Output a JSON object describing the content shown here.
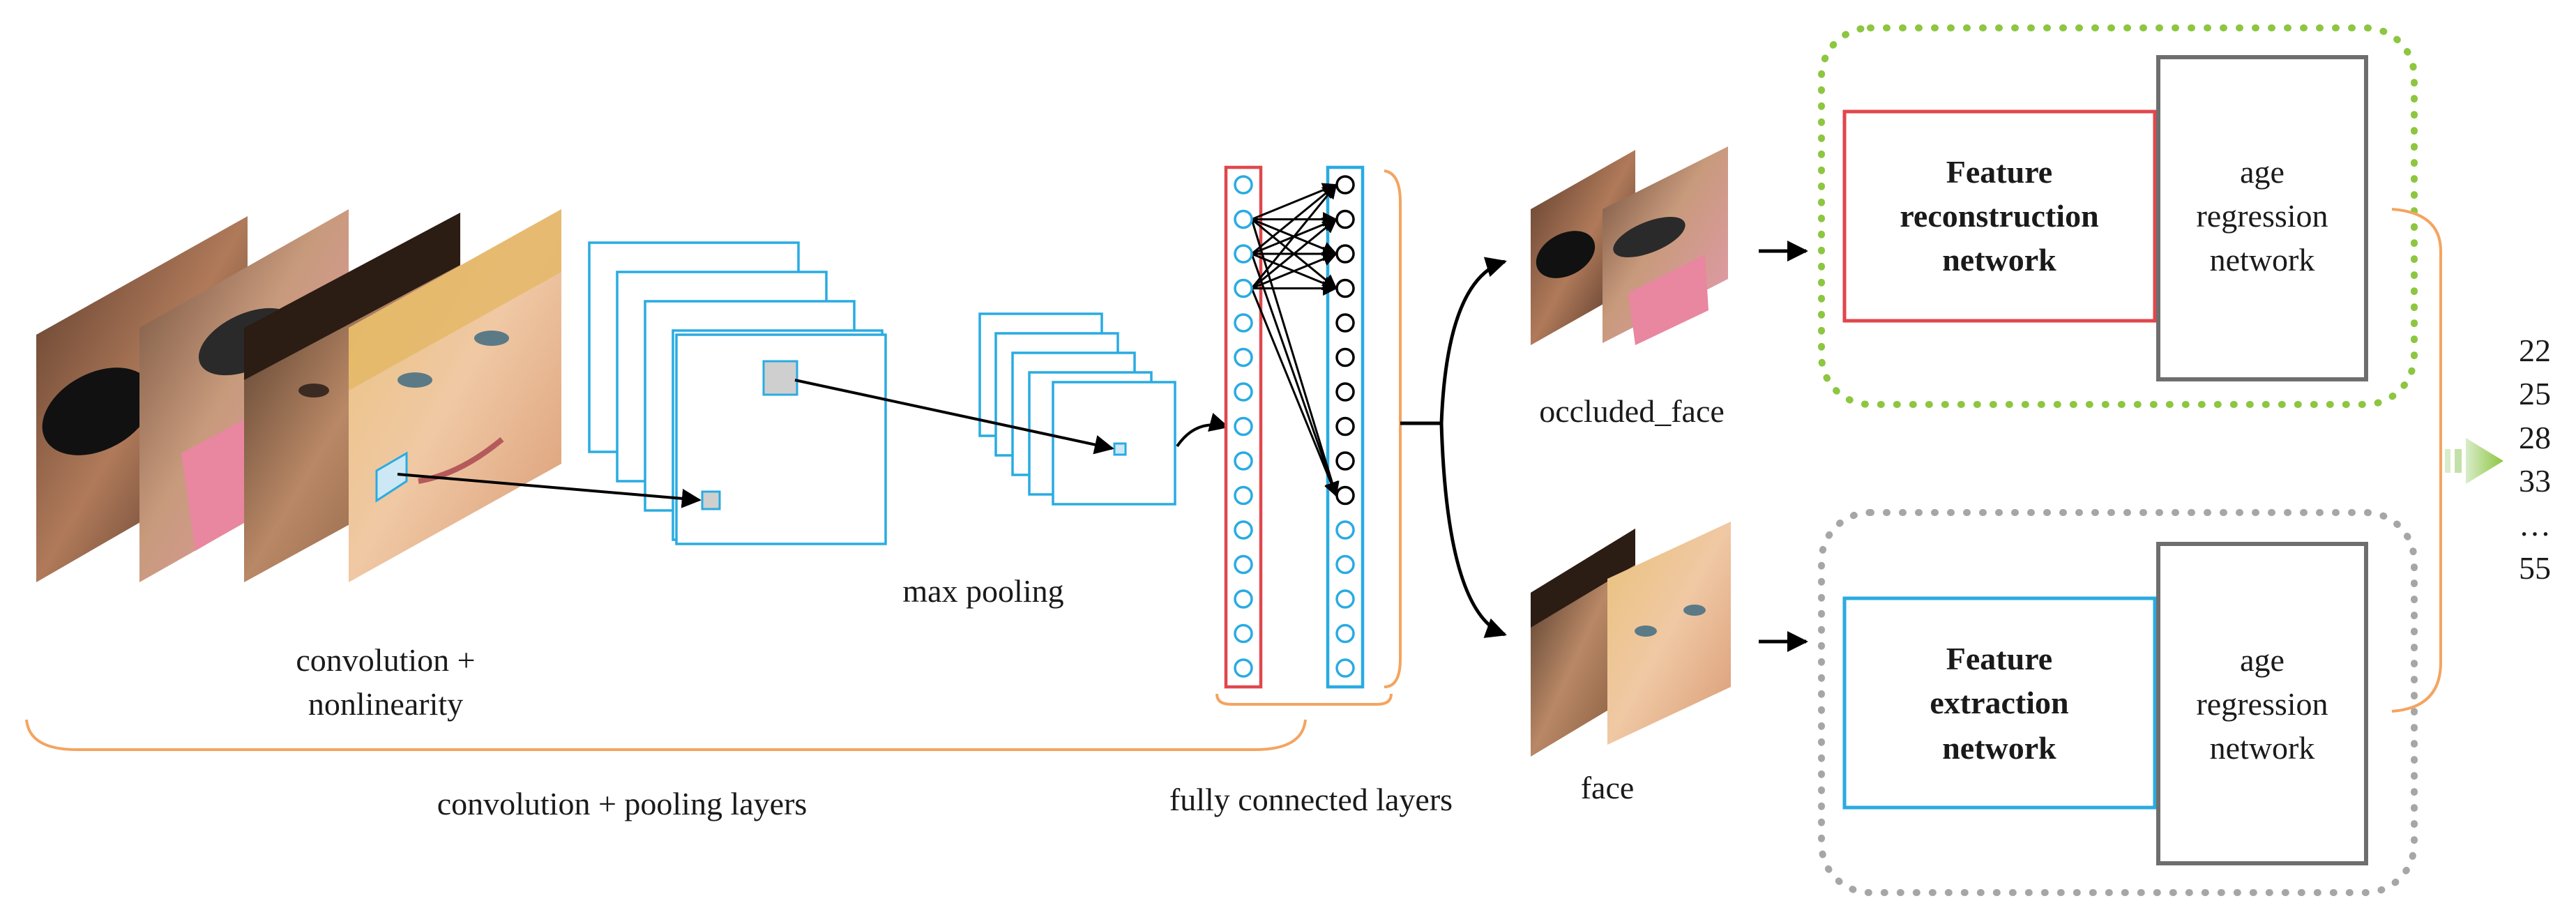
{
  "labels": {
    "convolution_line1": "convolution +",
    "convolution_line2": "nonlinearity",
    "max_pooling": "max pooling",
    "conv_pool_layers": "convolution + pooling layers",
    "fc_layers": "fully connected layers",
    "occluded_face": "occluded_face",
    "face": "face"
  },
  "top_network": {
    "left_box": [
      "Feature",
      "reconstruction",
      "network"
    ],
    "right_box": [
      "age",
      "regression",
      "network"
    ]
  },
  "bottom_network": {
    "left_box": [
      "Feature",
      "extraction",
      "network"
    ],
    "right_box": [
      "age",
      "regression",
      "network"
    ]
  },
  "output_ages": [
    "22",
    "25",
    "28",
    "33",
    "…",
    "55"
  ],
  "colors": {
    "cyan": "#29abe2",
    "red": "#e0474c",
    "orange": "#f4a460",
    "green": "#8dc63f",
    "gray": "#6e6e6e",
    "dotted_gray": "#a6a6a6",
    "arrow_green": "#a8d08d"
  }
}
